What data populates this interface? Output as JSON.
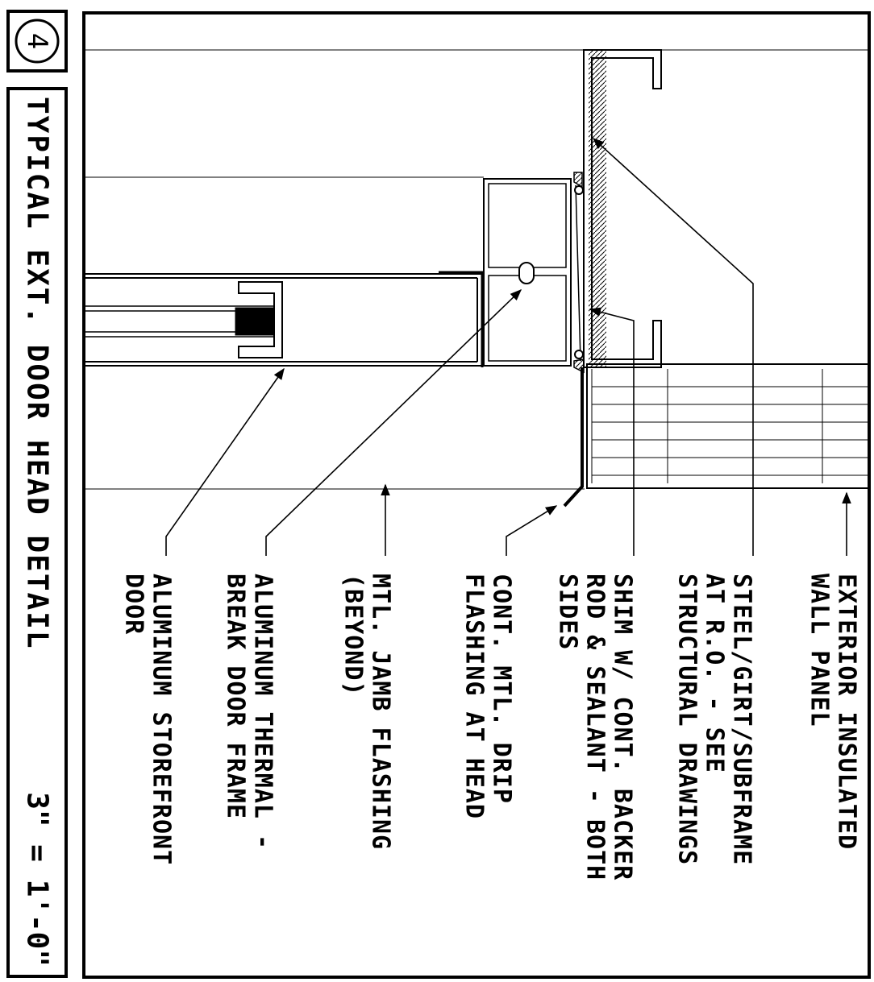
{
  "detail_number": "4",
  "title": "TYPICAL EXT. DOOR HEAD DETAIL",
  "scale": "3\" = 1'-0\"",
  "callouts": {
    "wall_panel": [
      "EXTERIOR INSULATED",
      "WALL PANEL"
    ],
    "steel_girt": [
      "STEEL/GIRT/SUBFRAME",
      "AT R.O. - SEE",
      "STRUCTURAL DRAWINGS"
    ],
    "shim": [
      "SHIM W/ CONT. BACKER",
      "ROD & SEALANT - BOTH",
      "SIDES"
    ],
    "drip_flashing": [
      "CONT. MTL. DRIP",
      "FLASHING AT HEAD"
    ],
    "jamb_flashing": [
      "MTL. JAMB FLASHING",
      "(BEYOND)"
    ],
    "thermal_frame": [
      "ALUMINUM THERMAL -",
      "BREAK DOOR FRAME"
    ],
    "storefront_door": [
      "ALUMINUM STOREFRONT",
      "DOOR"
    ]
  }
}
